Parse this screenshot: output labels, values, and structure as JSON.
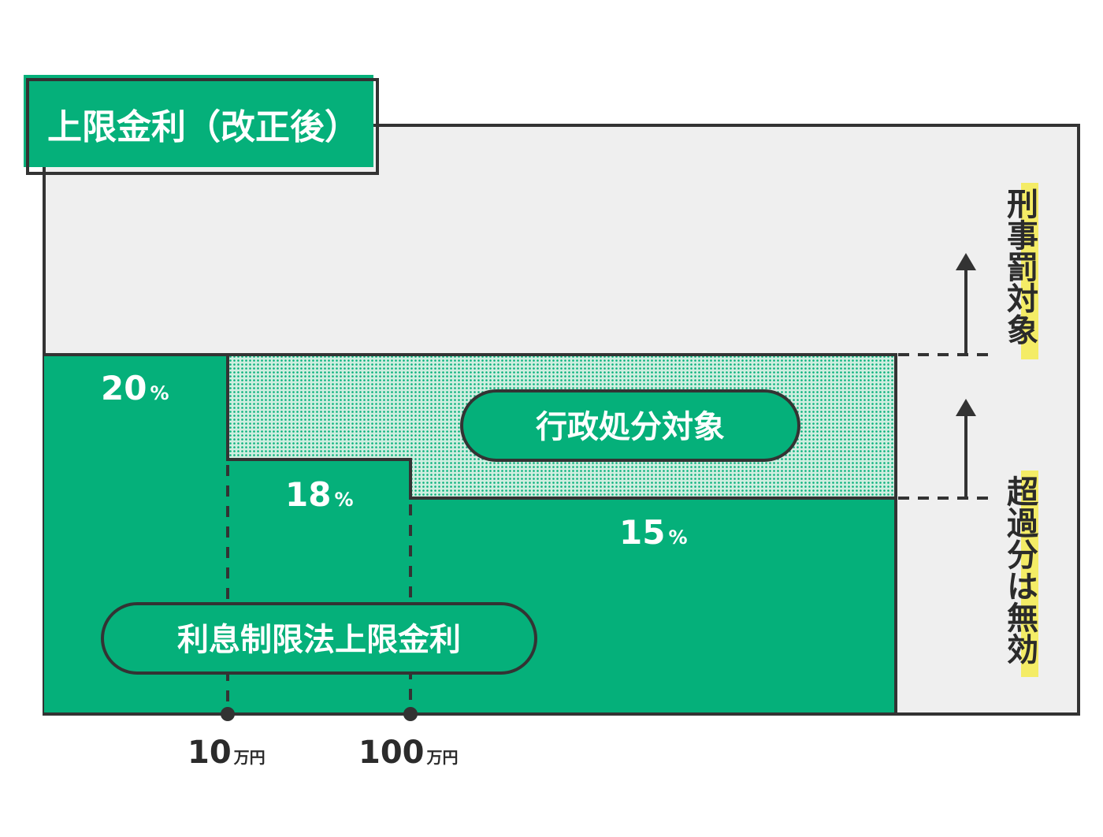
{
  "title": "上限金利（改正後）",
  "rates": {
    "tier1": {
      "value": "20",
      "unit": "%"
    },
    "tier2": {
      "value": "18",
      "unit": "%"
    },
    "tier3": {
      "value": "15",
      "unit": "%"
    }
  },
  "zones": {
    "administrative": "行政処分対象",
    "interest_law_cap": "利息制限法上限金利"
  },
  "side_labels": {
    "criminal": "刑事罰対象",
    "excess_void": "超過分は無効"
  },
  "thresholds": [
    {
      "value": "10",
      "unit": "万円"
    },
    {
      "value": "100",
      "unit": "万円"
    }
  ],
  "colors": {
    "green": "#05b07a",
    "dark_outline": "#333333",
    "gray_zone": "#efefef",
    "highlight_yellow": "#f4ec66"
  }
}
